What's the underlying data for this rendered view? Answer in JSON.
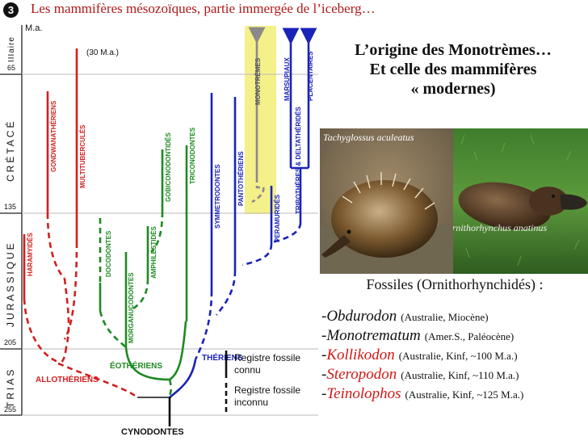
{
  "header": {
    "number": "3",
    "title": "Les mammifères mésozoïques, partie immergée de l’iceberg…"
  },
  "timeline": {
    "unit": "M.a.",
    "period_tertiary": "IIIaire",
    "periods": [
      "CRÉTACÉ",
      "JURASSIQUE",
      "TRIAS"
    ],
    "ticks": [
      "65",
      "135",
      "205",
      "255"
    ]
  },
  "groups": {
    "gondwanatheriens": "GONDWANATHÉRIENS",
    "multitubercules": "MULTITUBERCULÉS",
    "haramyides": "HARAMYIDÉS",
    "allotheriens": "ALLOTHÉRIENS",
    "docodontes": "DOCODONTES",
    "morganucodontes": "MORGANUCODONTES",
    "amphilestides": "AMPHILESTIDÉS",
    "gobiconodontides": "GOBICONODONTIDÉS",
    "triconodontes": "TRICONODONTES",
    "eotheriens": "ÉOTHÉRIENS",
    "symmetrodontes": "SYMMETRODONTES",
    "pantotheriens": "PANTOTHÉRIENS",
    "monotremes": "MONOTRÈMES",
    "peramurides": "PERAMURIDÉS",
    "marsupiaux": "MARSUPIAUX",
    "tribotheres": "TRIBOTHÈRES & DELTATHÉRIDÉS",
    "placentaires": "PLACENTAIRES",
    "theriens": "THÉRIENS",
    "cynodontes": "CYNODONTES"
  },
  "annotation_30ma": "(30 M.a.)",
  "legend": {
    "known": [
      "Registre fossile",
      "connu"
    ],
    "unknown": [
      "Registre fossile",
      "inconnu"
    ]
  },
  "title_lines": [
    "L’origine des Monotrèmes…",
    "Et celle des mammifères",
    "« modernes)"
  ],
  "photos": {
    "echidna_caption": "Tachyglossus aculeatus",
    "platypus_caption": "Ornithorhynchus anatinus"
  },
  "fossils": {
    "title": "Fossiles (Ornithorhynchidés) :",
    "items": [
      {
        "dash": "-",
        "genus": "Obdurodon",
        "details": "(Australie, Miocène)"
      },
      {
        "dash": "-",
        "genus": "Monotrematum",
        "details": "(Amer.S., Paléocène)"
      },
      {
        "dash": "-",
        "genus": "Kollikodon",
        "details": "(Australie, Kinf, ~100 M.a.)"
      },
      {
        "dash": "-",
        "genus": "Steropodon",
        "details": "(Australie, Kinf, ~110 M.a.)"
      },
      {
        "dash": "-",
        "genus": "Teinolophos",
        "details": "(Australie, Kinf, ~125 M.a.)"
      }
    ]
  },
  "colors": {
    "red": "#d21f1f",
    "green": "#1e8a22",
    "blue": "#1a23b8",
    "highlight": "#f4f08a",
    "grey": "#8a8a8a"
  }
}
